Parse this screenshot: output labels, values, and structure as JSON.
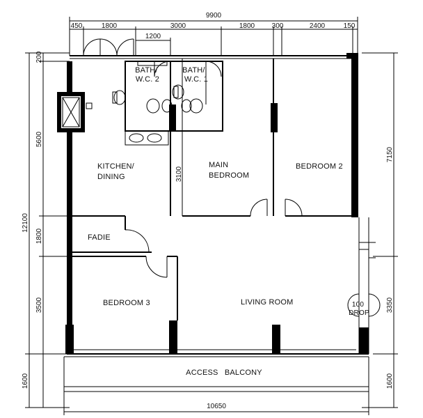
{
  "dimensions": {
    "top_total": "9900",
    "top_segments": [
      "450",
      "1800",
      "3000",
      "1800",
      "300",
      "2400",
      "150"
    ],
    "top_sub": "1200",
    "left_segments": [
      "200",
      "5600",
      "12100",
      "1800",
      "3500",
      "1600"
    ],
    "bedroom_height": "3100",
    "right_segments": [
      "7150",
      "3350",
      "1600"
    ],
    "bottom_total": "10650"
  },
  "rooms": {
    "bath2": "BATH/\nW.C. 2",
    "bath1": "BATH/\nW.C. 1",
    "kitchen": "KITCHEN/\nDINING",
    "main_bedroom": "MAIN\nBEDROOM",
    "bedroom2": "BEDROOM 2",
    "fadie": "FADIE",
    "bedroom3": "BEDROOM 3",
    "living_room": "LIVING ROOM",
    "drop": "100\nDROP",
    "access_balcony": "ACCESS BALCONY"
  }
}
